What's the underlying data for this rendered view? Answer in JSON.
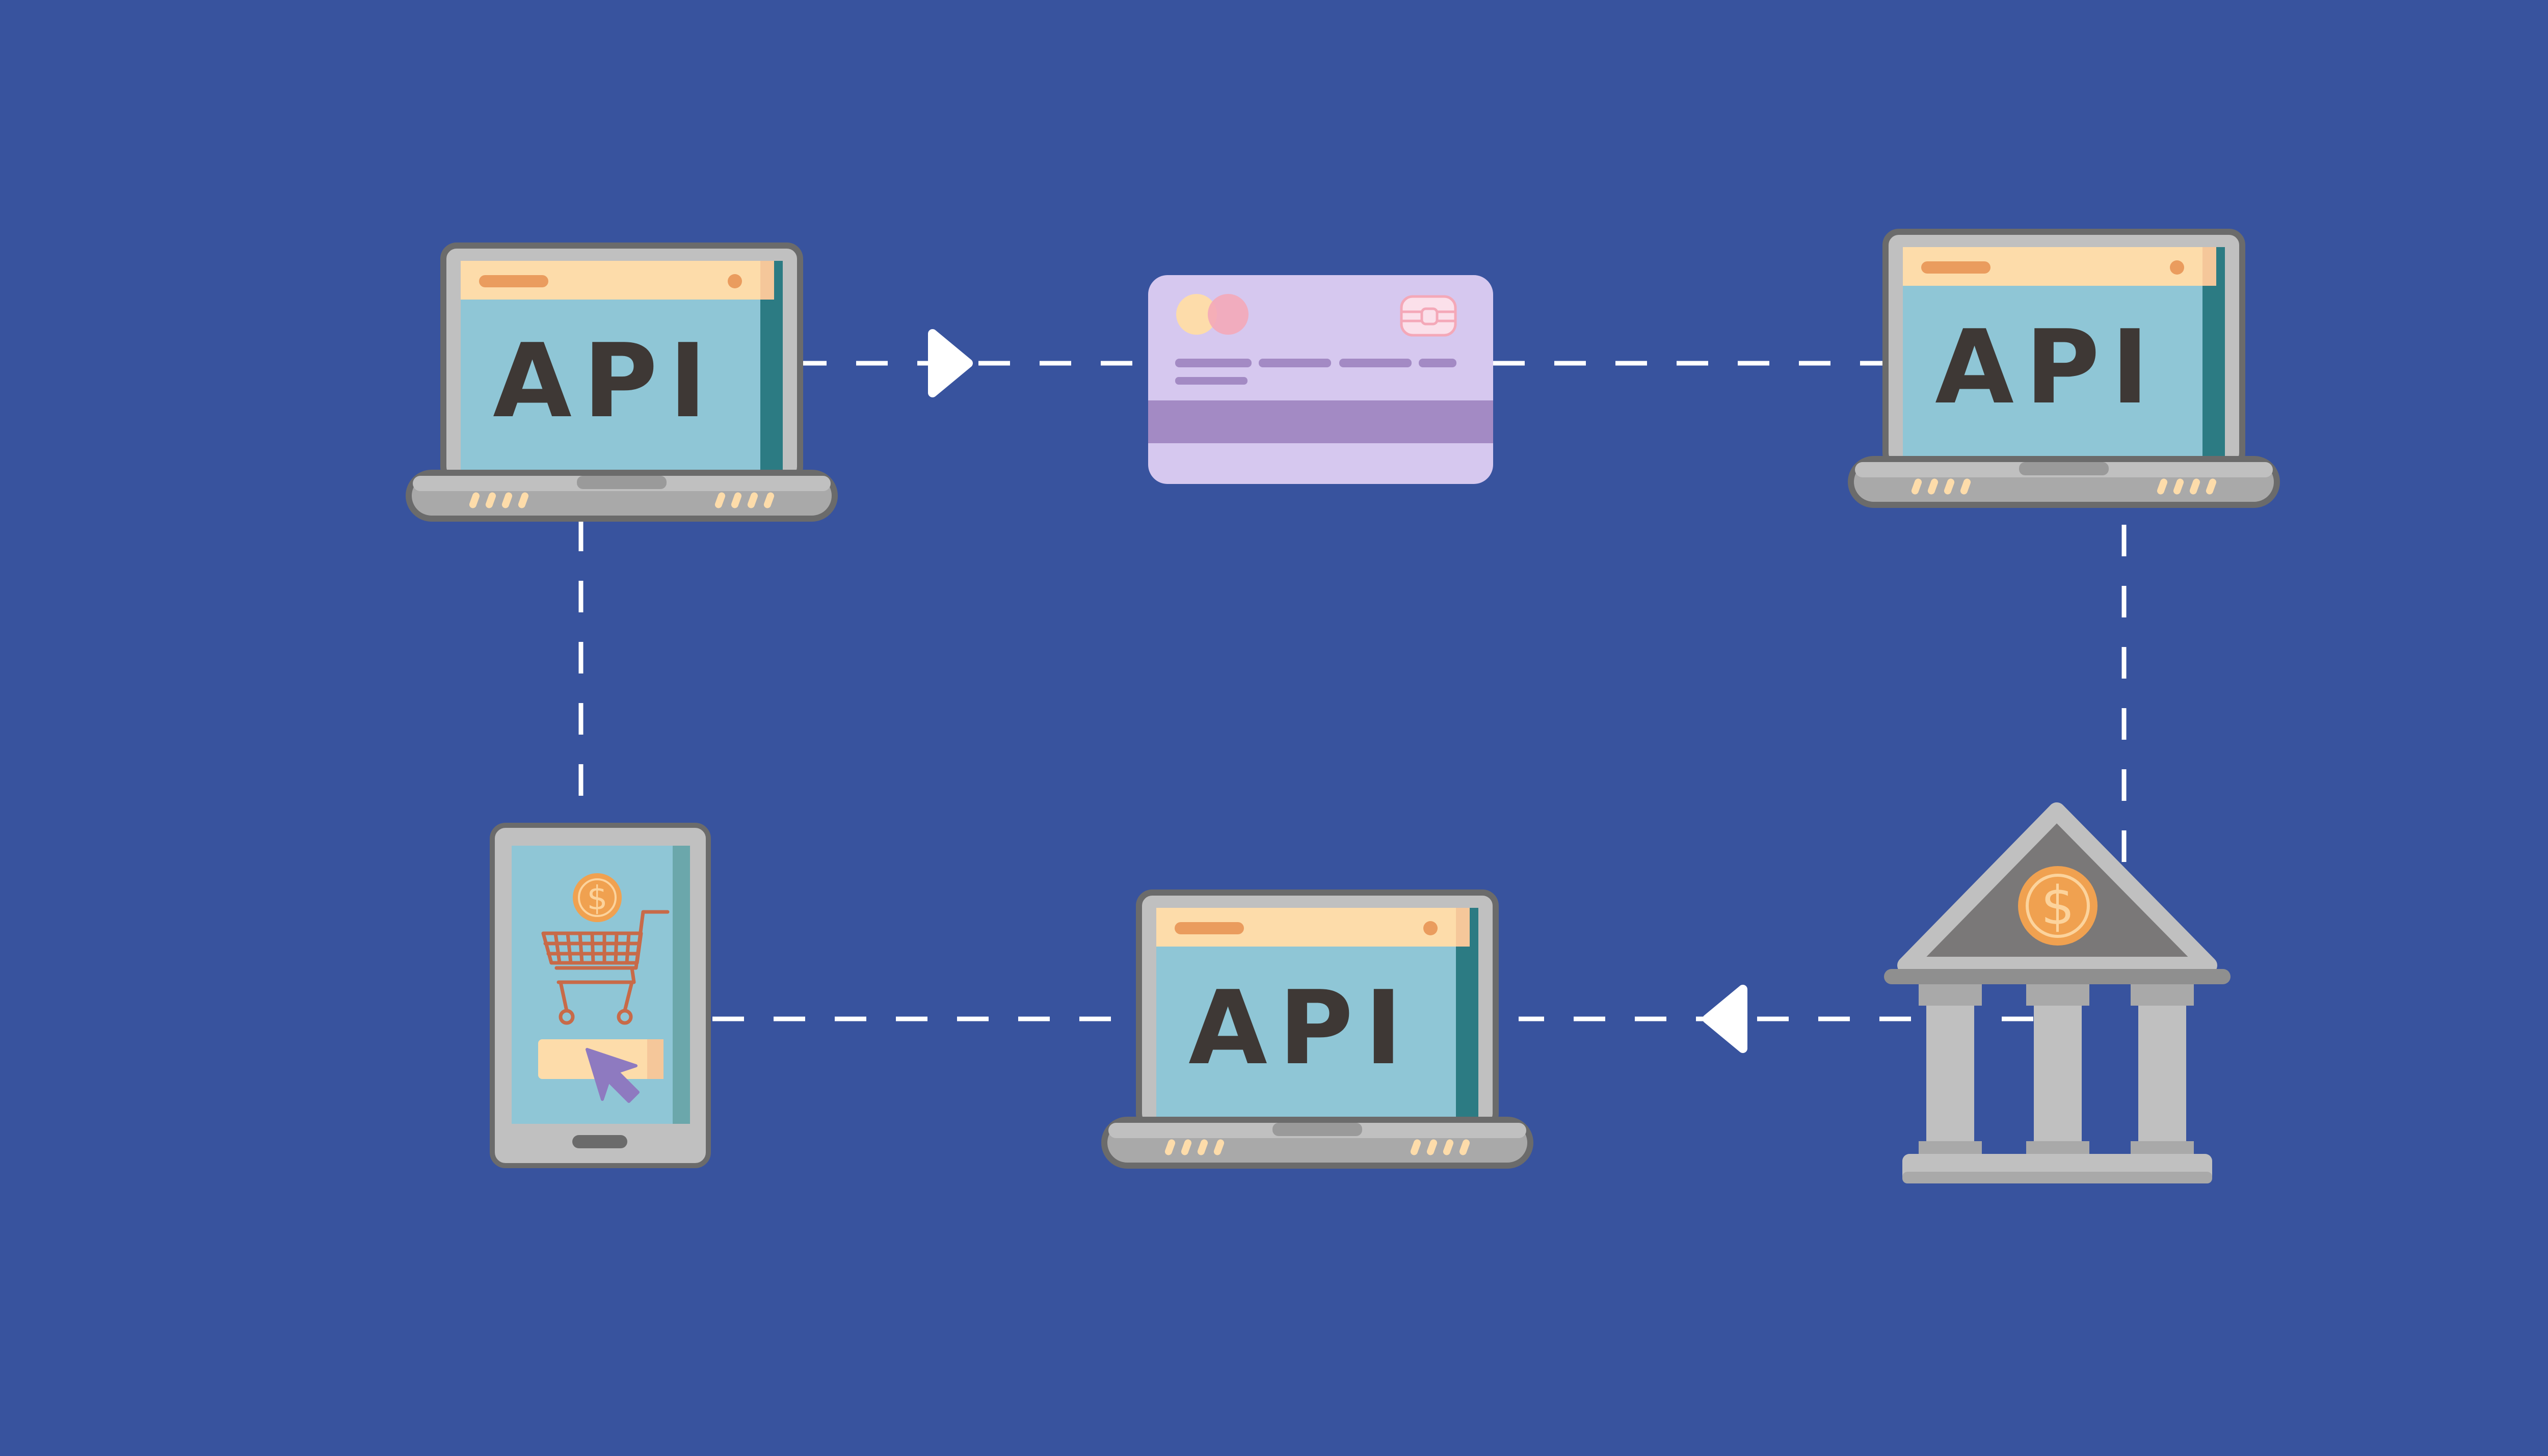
{
  "diagram": {
    "laptop_label": "API",
    "currency_symbol": "$",
    "colors": {
      "background": "#38539e",
      "device_frame": "#c0c0c0",
      "device_outline": "#6b6b6b",
      "screen": "#8fc6d6",
      "screen_shadow": "#2c7b83",
      "title_bar": "#fddcaa",
      "title_bar_accent": "#ea9c5e",
      "api_text": "#3e3835",
      "card": "#d6c8ef",
      "card_stripe": "#a38ac4",
      "coin": "#f0a150",
      "coin_light": "#fcd39c",
      "bank_roof": "#7a7878",
      "connector": "#ffffff"
    },
    "nodes": [
      {
        "id": "laptop-top-left",
        "kind": "laptop",
        "label": "API"
      },
      {
        "id": "credit-card",
        "kind": "card"
      },
      {
        "id": "laptop-top-right",
        "kind": "laptop",
        "label": "API"
      },
      {
        "id": "bank",
        "kind": "bank",
        "symbol": "$"
      },
      {
        "id": "laptop-bottom-center",
        "kind": "laptop",
        "label": "API"
      },
      {
        "id": "phone-shop",
        "kind": "phone",
        "symbol": "$"
      }
    ],
    "edges": [
      {
        "from": "laptop-top-left",
        "to": "credit-card",
        "arrow": "right"
      },
      {
        "from": "credit-card",
        "to": "laptop-top-right"
      },
      {
        "from": "laptop-top-right",
        "to": "bank"
      },
      {
        "from": "bank",
        "to": "laptop-bottom-center",
        "arrow": "left"
      },
      {
        "from": "laptop-bottom-center",
        "to": "phone-shop"
      },
      {
        "from": "phone-shop",
        "to": "laptop-top-left"
      }
    ]
  }
}
